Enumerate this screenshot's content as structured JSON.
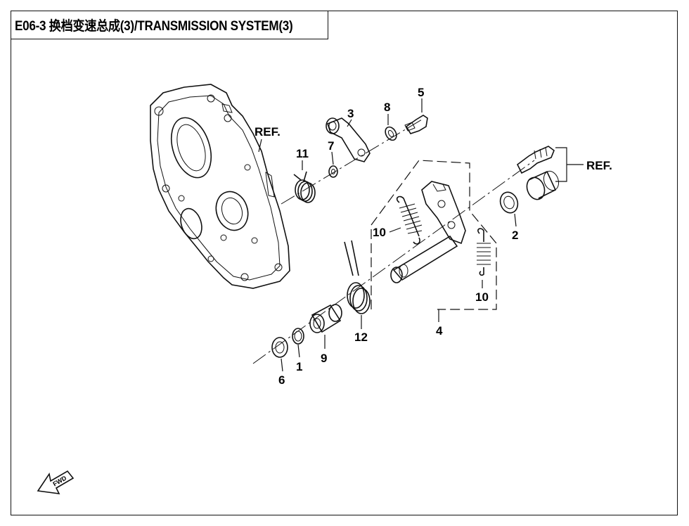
{
  "title": "E06-3 换档变速总成(3)/TRANSMISSION SYSTEM(3)",
  "ref_label": "REF.",
  "fwd_label": "FWD",
  "callouts": {
    "c1": "1",
    "c2": "2",
    "c3": "3",
    "c4": "4",
    "c5": "5",
    "c6": "6",
    "c7": "7",
    "c8": "8",
    "c9": "9",
    "c10a": "10",
    "c10b": "10",
    "c11": "11",
    "c12": "12"
  }
}
